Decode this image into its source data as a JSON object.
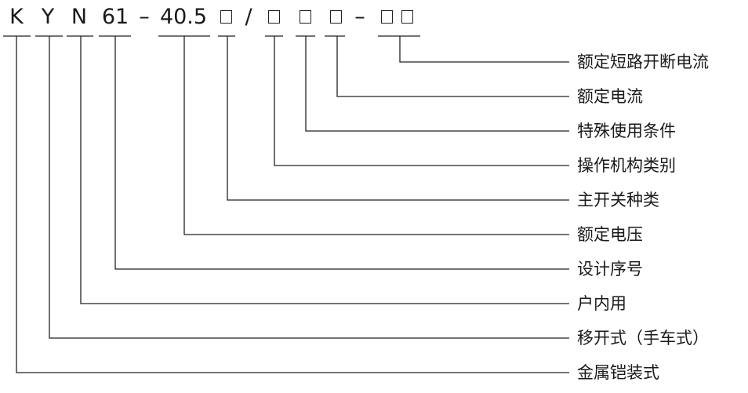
{
  "model_code": {
    "chars": [
      "K",
      "Y",
      "N",
      "61",
      "–",
      "40.5",
      "/",
      "–"
    ]
  },
  "descriptions": [
    "额定短路开断电流",
    "额定电流",
    "特殊使用条件",
    "操作机构类别",
    "主开关种类",
    "额定电压",
    "设计序号",
    "户内用",
    "移开式（手车式）",
    "金属铠装式"
  ],
  "colors": {
    "line": "#222222",
    "text": "#1a1a1a",
    "background": "#ffffff"
  }
}
